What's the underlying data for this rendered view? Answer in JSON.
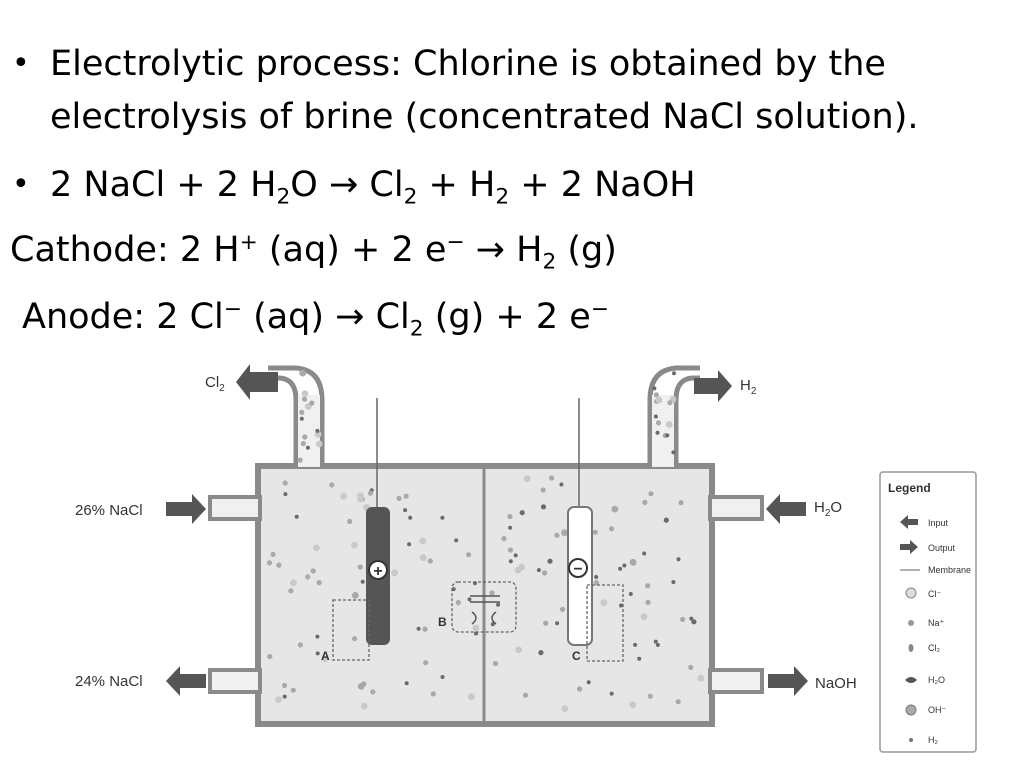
{
  "bullets": [
    {
      "line1": "Electrolytic process: Chlorine is obtained by the",
      "line2": "electrolysis of brine (concentrated NaCl solution)."
    },
    {
      "eq_parts": [
        "2 NaCl + 2 H",
        "2",
        "O → Cl",
        "2",
        " + H",
        "2",
        " + 2 NaOH"
      ]
    }
  ],
  "cathode": {
    "parts": [
      "Cathode: 2 H",
      "+",
      " (aq) + 2 e",
      "−",
      " → H",
      "2",
      " (g)"
    ]
  },
  "anode": {
    "parts": [
      "Anode: 2 Cl",
      "−",
      " (aq) → Cl",
      "2",
      " (g) + 2 e",
      "−"
    ]
  },
  "diagram": {
    "cl2_out": "Cl",
    "cl2_sub": "2",
    "h2_out": "H",
    "h2_sub": "2",
    "nacl_in": "26% NaCl",
    "nacl_out": "24% NaCl",
    "h2o_in": "H",
    "h2o_sub": "2",
    "h2o_o": "O",
    "naoh_out": "NaOH",
    "label_a": "A",
    "label_b": "B",
    "label_c": "C",
    "anode_sign": "+",
    "cathode_sign": "−",
    "legend": {
      "title": "Legend",
      "items": [
        "Input",
        "Output",
        "Membrane",
        "Cl⁻",
        "Na⁺",
        "Cl₂",
        "H₂O",
        "OH⁻",
        "H₂"
      ]
    },
    "colors": {
      "solution": "#e6e6e6",
      "tank_wall": "#8a8a8a",
      "anode": "#555555",
      "arrow": "#555555"
    }
  }
}
